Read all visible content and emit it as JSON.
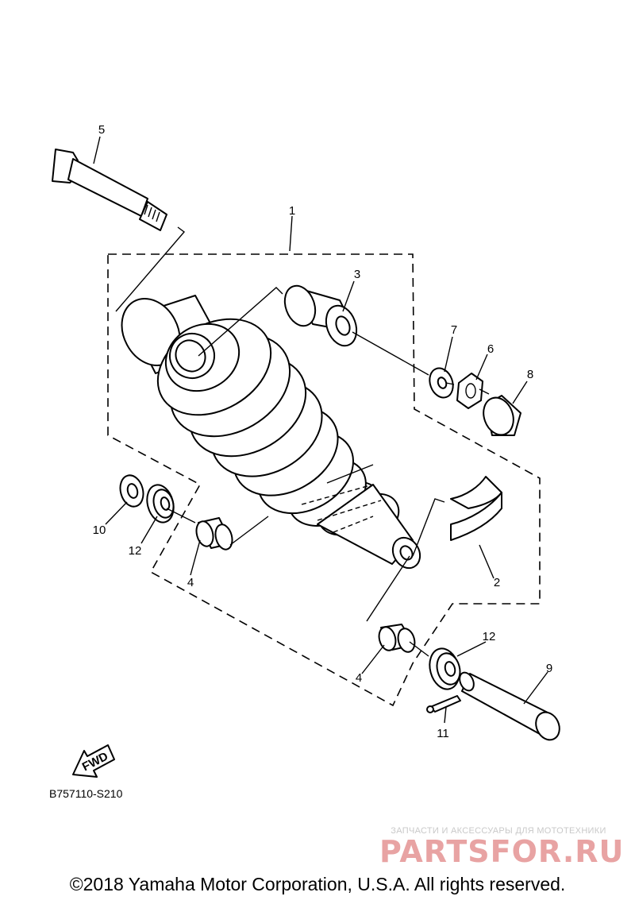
{
  "diagram": {
    "callouts": {
      "c1": "1",
      "c2": "2",
      "c3": "3",
      "c4a": "4",
      "c4b": "4",
      "c5": "5",
      "c6": "6",
      "c7": "7",
      "c8": "8",
      "c9": "9",
      "c10": "10",
      "c11": "11",
      "c12a": "12",
      "c12b": "12"
    },
    "fwd_label": "FWD",
    "diagram_code": "B757110-S210"
  },
  "watermark": {
    "tagline": "ЗАПЧАСТИ И АКСЕССУАРЫ ДЛЯ МОТОТЕХНИКИ",
    "logo_text": "PARTSFOR.RU"
  },
  "footer": {
    "copyright": "©2018 Yamaha Motor Corporation, U.S.A. All rights reserved."
  }
}
